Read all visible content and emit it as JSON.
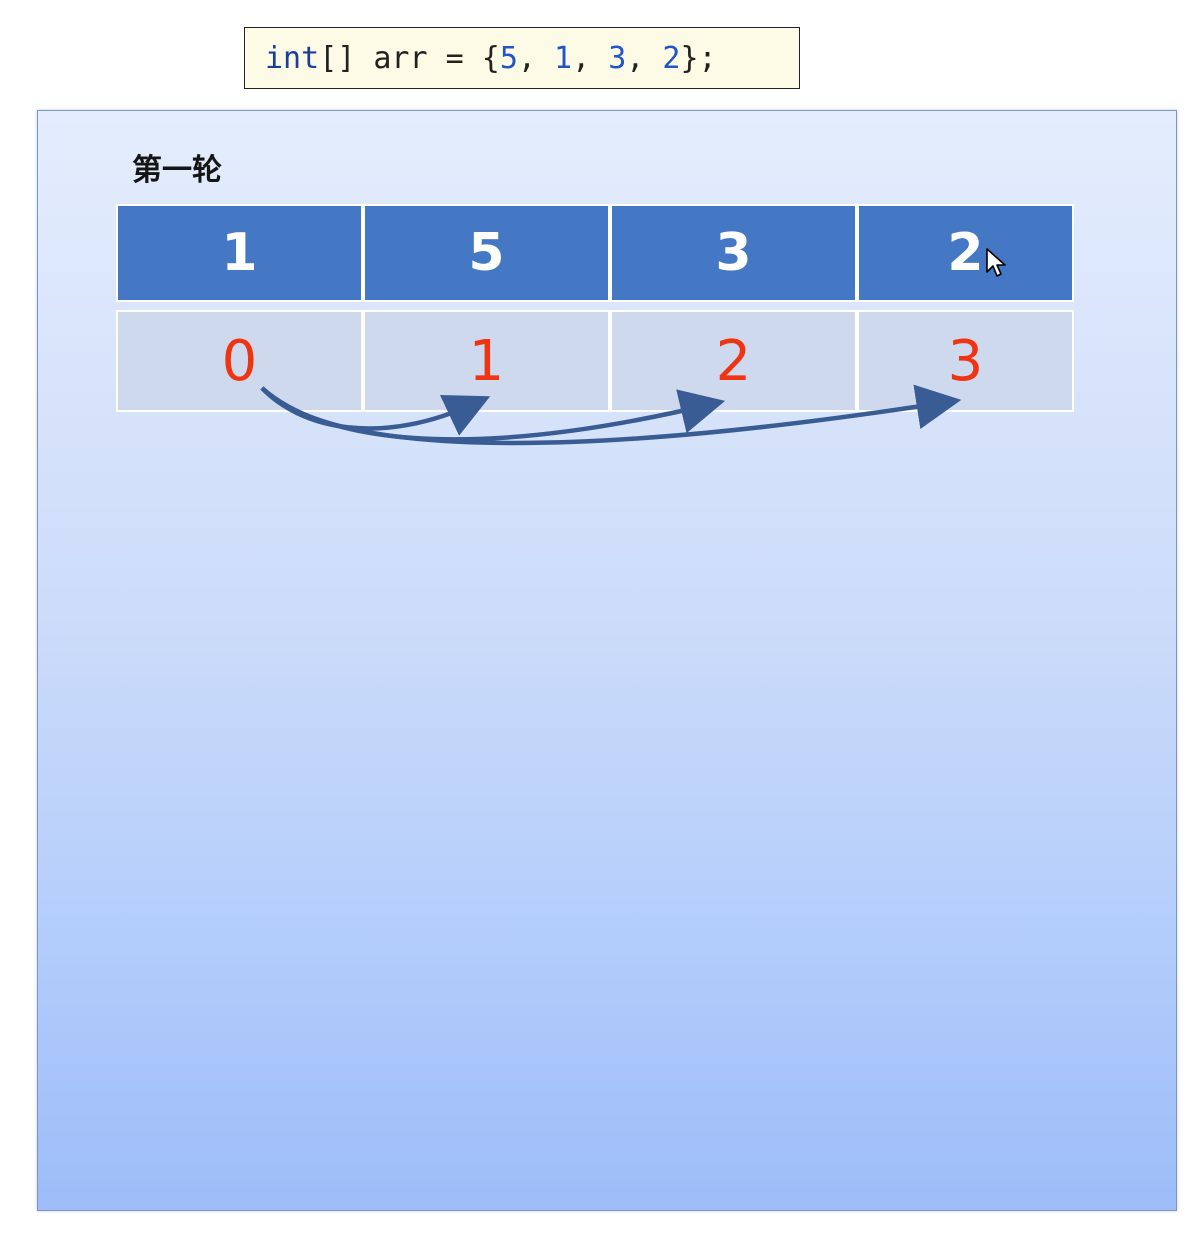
{
  "code": {
    "keyword": "int",
    "brackets": "[] ",
    "name": "arr",
    "assign": " = {",
    "values": [
      "5",
      "1",
      "3",
      "2"
    ],
    "separator": ", ",
    "end": "};"
  },
  "round_label": "第一轮",
  "array": {
    "values": [
      "1",
      "5",
      "3",
      "2"
    ],
    "indices": [
      "0",
      "1",
      "2",
      "3"
    ]
  },
  "colors": {
    "value_cell": "#4478c4",
    "index_cell": "#cfd9ed",
    "index_text": "#f03412",
    "arrow": "#3a5c94"
  }
}
